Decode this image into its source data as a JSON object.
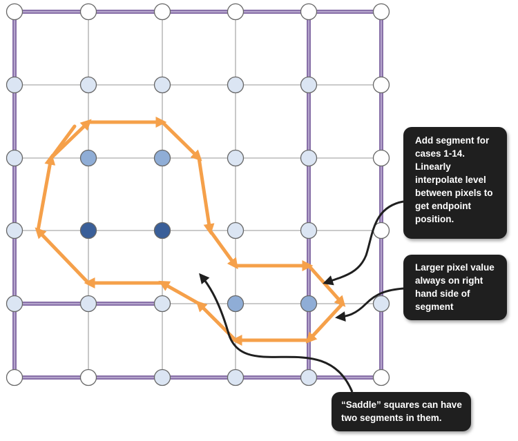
{
  "colors": {
    "grid_line": "#aaaaaa",
    "outline": "#8870a8",
    "outline_fill": "#b4a4cc",
    "contour": "#f5a04a",
    "node_white": "#ffffff",
    "node_light": "#dbe5f3",
    "node_mid": "#8fadd6",
    "node_dark": "#3a5f99",
    "node_stroke": "#666666",
    "callout_bg": "#1f1f1f",
    "callout_text": "#ffffff",
    "arrow": "#1f1f1f"
  },
  "nodes": [
    [
      "white",
      "white",
      "white",
      "white",
      "white",
      "white"
    ],
    [
      "light",
      "light",
      "light",
      "light",
      "light",
      "white"
    ],
    [
      "light",
      "mid",
      "mid",
      "light",
      "light",
      "white"
    ],
    [
      "light",
      "dark",
      "dark",
      "light",
      "light",
      "white"
    ],
    [
      "light",
      "light",
      "light",
      "mid",
      "mid",
      "light"
    ],
    [
      "white",
      "white",
      "light",
      "light",
      "light",
      "white"
    ]
  ],
  "callouts": {
    "segment": [
      "Add segment for",
      "cases 1-14.",
      "Linearly",
      "interpolate level",
      "between pixels to",
      "get endpoint",
      "position."
    ],
    "right_side": [
      "Larger pixel value",
      "always on right",
      "hand side of",
      "segment"
    ],
    "saddle": [
      "“Saddle” squares can have",
      "two segments in them."
    ]
  }
}
